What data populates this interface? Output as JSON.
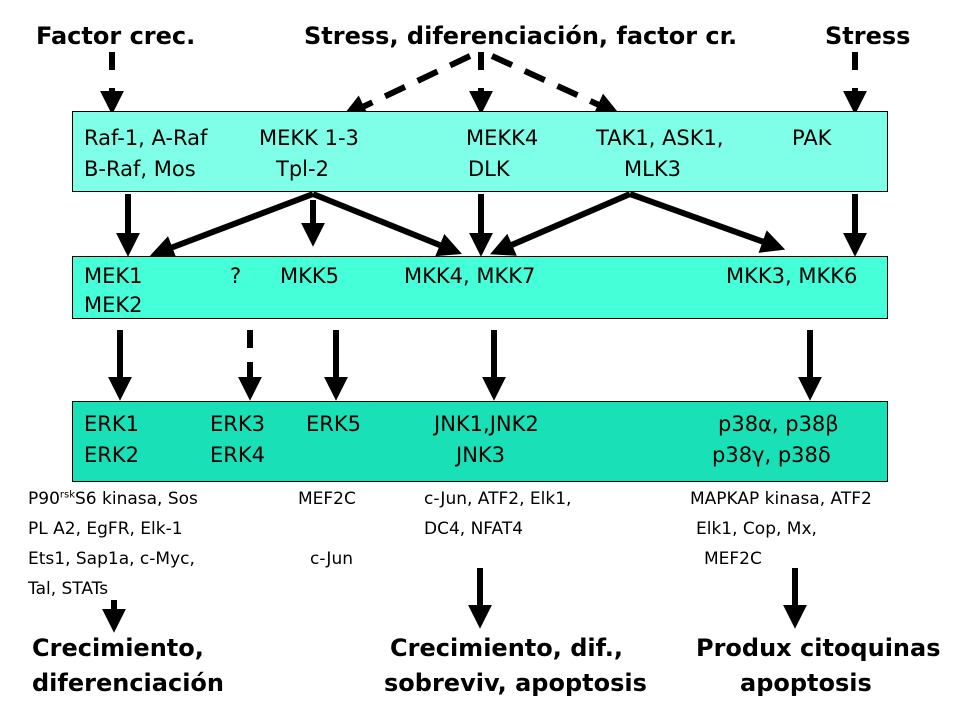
{
  "headers": {
    "left": "Factor crec.",
    "middle": "Stress, diferenciación, factor cr.",
    "right": "Stress"
  },
  "mapkkk": {
    "raf_line1": "Raf-1, A-Raf",
    "raf_line2": "B-Raf, Mos",
    "mekk_line1": "MEKK 1-3",
    "mekk_line2": "Tpl-2",
    "mekk4_line1": "MEKK4",
    "mekk4_line2": "DLK",
    "tak_line1": "TAK1, ASK1,",
    "tak_line2": "MLK3",
    "pak": "PAK"
  },
  "mapkk": {
    "mek_line1": "MEK1",
    "mek_line2": "MEK2",
    "unknown": "?",
    "mkk5": "MKK5",
    "mkk47": "MKK4, MKK7",
    "mkk36": "MKK3, MKK6"
  },
  "mapk": {
    "erk_line1": "ERK1",
    "erk_line2": "ERK2",
    "erk3_line1": "ERK3",
    "erk3_line2": "ERK4",
    "erk5": "ERK5",
    "jnk_line1": "JNK1,JNK2",
    "jnk_line2": "JNK3",
    "p38_line1": "p38α, p38β",
    "p38_line2": "p38γ, p38δ"
  },
  "substrates": {
    "erk_prefix": "P90",
    "erk_sup": "rsk",
    "erk_line1_rest": "S6 kinasa, Sos",
    "erk_line2": "PL A2, EgFR, Elk-1",
    "erk_line3": "Ets1, Sap1a, c-Myc,",
    "erk_line4": "Tal, STATs",
    "erk5_line1": "MEF2C",
    "erk5_line3": "c-Jun",
    "jnk_line1": "c-Jun, ATF2, Elk1,",
    "jnk_line2": "DC4, NFAT4",
    "p38_line1": "MAPKAP kinasa, ATF2",
    "p38_line2": "Elk1, Cop, Mx,",
    "p38_line3": "MEF2C"
  },
  "outcomes": {
    "left_line1": "Crecimiento,",
    "left_line2": "diferenciación",
    "middle_line1": "Crecimiento,  dif.,",
    "middle_line2": "sobreviv, apoptosis",
    "right_line1": "Produx citoquinas",
    "right_line2": "apoptosis"
  }
}
